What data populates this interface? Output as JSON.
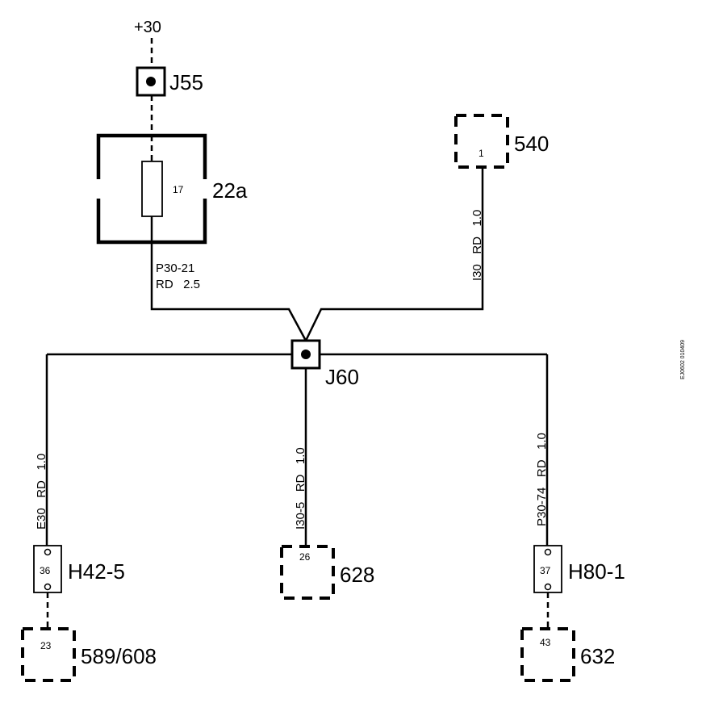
{
  "supply": {
    "label": "+30"
  },
  "junctions": {
    "j55": {
      "label": "J55"
    },
    "j60": {
      "label": "J60"
    }
  },
  "fuse": {
    "box_label": "22a",
    "number": "17"
  },
  "wires": {
    "fuse_out": {
      "line1": "P30-21",
      "line2": "RD   2.5"
    },
    "w540": {
      "label": "I30   RD   1.0"
    },
    "w_left": {
      "label": "E30   RD   1.0"
    },
    "w_mid": {
      "label": "I30-5   RD   1.0"
    },
    "w_right": {
      "label": "P30-74   RD   1.0"
    }
  },
  "components": {
    "c540": {
      "label": "540",
      "pin": "1"
    },
    "c628": {
      "label": "628",
      "pin": "26"
    },
    "h42": {
      "label": "H42-5",
      "pin": "36"
    },
    "h80": {
      "label": "H80-1",
      "pin": "37"
    },
    "c589": {
      "label": "589/608",
      "pin": "23"
    },
    "c632": {
      "label": "632",
      "pin": "43"
    }
  },
  "reference": {
    "code": "EJ0602 010409"
  }
}
